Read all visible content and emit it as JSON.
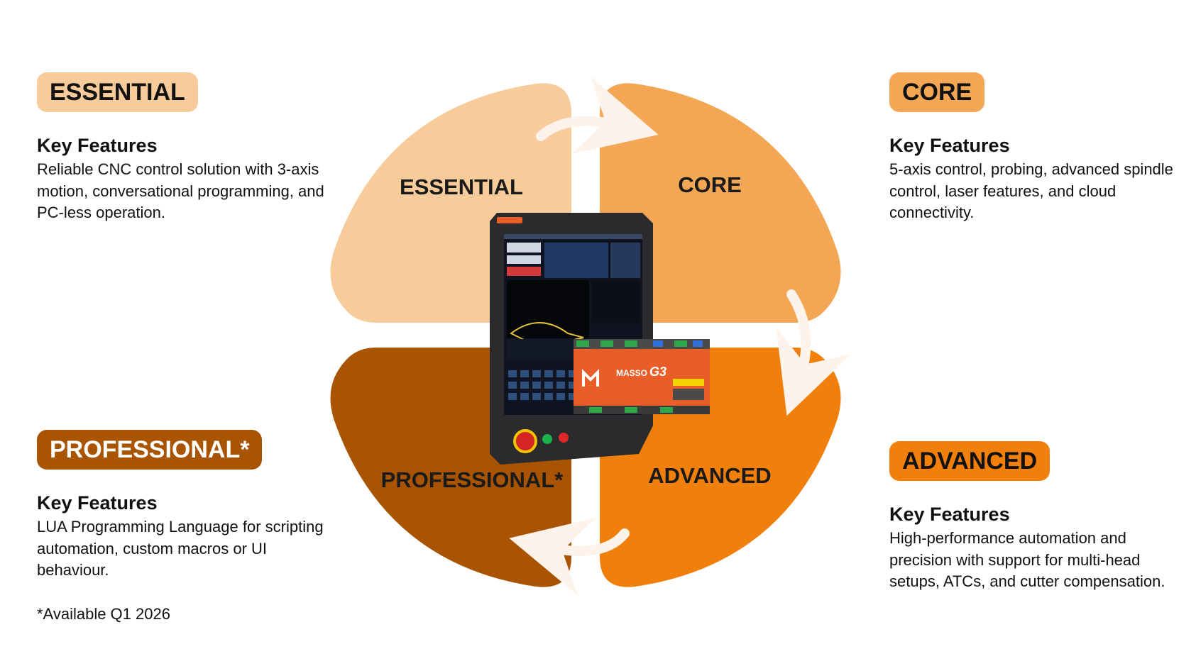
{
  "colors": {
    "essential": "#F8CC9A",
    "core": "#F3A755",
    "advanced": "#F07F0C",
    "professional": "#A95402",
    "arrow": "#FDF3EA",
    "device_frame": "#2B2B2E",
    "board": "#E85D28"
  },
  "stages": {
    "essential": {
      "badge": "ESSENTIAL",
      "heading": "Key Features",
      "description": "Reliable CNC control solution with 3-axis motion, conversational programming, and PC-less operation."
    },
    "core": {
      "badge": "CORE",
      "heading": "Key Features",
      "description": "5-axis control, probing, advanced spindle control, laser features, and cloud connectivity."
    },
    "professional": {
      "badge": "PROFESSIONAL*",
      "heading": "Key Features",
      "description": "LUA Programming Language for scripting automation, custom macros or UI behaviour.",
      "note": "*Available Q1 2026"
    },
    "advanced": {
      "badge": "ADVANCED",
      "heading": "Key Features",
      "description": "High-performance automation and precision with support for multi-head setups, ATCs, and cutter compensation."
    }
  },
  "cycle": {
    "essential_label": "ESSENTIAL",
    "core_label": "CORE",
    "advanced_label": "ADVANCED",
    "professional_label": "PROFESSIONAL*",
    "arrows": "clockwise"
  },
  "product": {
    "board_brand": "MASSO",
    "board_model": "G3"
  }
}
